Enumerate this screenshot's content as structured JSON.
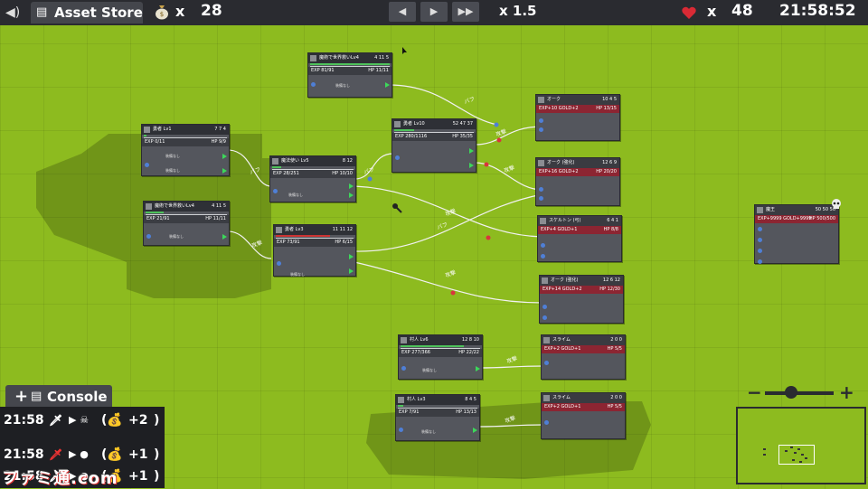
{
  "topbar": {
    "store_label": "Asset Store",
    "gold_mult": "x",
    "gold_value": "28",
    "speed": "x 1.5",
    "life_mult": "x",
    "life_value": "48",
    "clock": "21:58:52"
  },
  "cards": {
    "c1": {
      "name": "魔術で世界救いLv4",
      "stats": "4 11 5",
      "exp": "EXP 81/91",
      "hp": "HP 11/11",
      "row1": "装備なし"
    },
    "c2": {
      "name": "勇者 Lv1",
      "stats": "7 7 4",
      "exp": "EXP 0/11",
      "hp": "HP 9/9",
      "row1": "装備なし",
      "row2": "装備なし"
    },
    "c3": {
      "name": "魔法使い Lv5",
      "stats": "8 12",
      "exp": "EXP 28/251",
      "hp": "HP 10/10",
      "row1": "装備なし"
    },
    "c4": {
      "name": "勇者 Lv10",
      "stats": "52 47 37",
      "exp": "EXP 280/1116",
      "hp": "HP 35/35"
    },
    "c5": {
      "name": "魔術で世界救いLv4",
      "stats": "4 11 5",
      "exp": "EXP 21/91",
      "hp": "HP 11/11",
      "row1": "装備なし"
    },
    "c6": {
      "name": "勇者 Lv3",
      "stats": "11 11 12",
      "exp": "EXP 73/91",
      "hp": "HP 6/15",
      "row1": "装備なし"
    },
    "c7": {
      "name": "村人 Lv6",
      "stats": "12 8 10",
      "exp": "EXP 277/366",
      "hp": "HP 22/22",
      "row1": "装備なし"
    },
    "c8": {
      "name": "村人 Lv3",
      "stats": "8 4 5",
      "exp": "EXP 7/91",
      "hp": "HP 13/13",
      "row1": "装備なし"
    }
  },
  "enemies": {
    "e1": {
      "name": "オーク",
      "stats": "10 4 5",
      "reward": "EXP+10 GOLD+2",
      "hp": "HP 13/15"
    },
    "e2": {
      "name": "オーク (強化)",
      "stats": "12 6 9",
      "reward": "EXP+16 GOLD+2",
      "hp": "HP 20/20"
    },
    "e3": {
      "name": "スケルトン (弓)",
      "stats": "6 4 1",
      "reward": "EXP+4 GOLD+1",
      "hp": "HP 8/8"
    },
    "e4": {
      "name": "オーク (強化)",
      "stats": "12 6 12",
      "reward": "EXP+14 GOLD+2",
      "hp": "HP 12/30"
    },
    "e5": {
      "name": "スライム",
      "stats": "2 0 0",
      "reward": "EXP+2 GOLD+1",
      "hp": "HP 5/5"
    },
    "e6": {
      "name": "スライム",
      "stats": "2 0 0",
      "reward": "EXP+2 GOLD+1",
      "hp": "HP 5/5"
    },
    "boss": {
      "name": "魔王",
      "stats": "50 50 50",
      "reward": "EXP+9999 GOLD+9999",
      "hp": "HP 500/500"
    }
  },
  "wire_labels": {
    "buff": "バフ",
    "attack": "攻撃"
  },
  "console": {
    "tab_label": "Console",
    "logs": [
      {
        "time": "21:58",
        "amount": "+2"
      },
      {
        "time": "21:58",
        "amount": "+1"
      },
      {
        "time": "21:58",
        "amount": "+1"
      }
    ]
  },
  "watermark": "ファミ通.com",
  "colors": {
    "grass": "#8dbb1f",
    "panel": "#54565d",
    "enemy_bar": "#8c2532",
    "exp_bar": "#4ec25b",
    "port_in": "#4f7fd6",
    "port_out": "#3cd85a"
  }
}
